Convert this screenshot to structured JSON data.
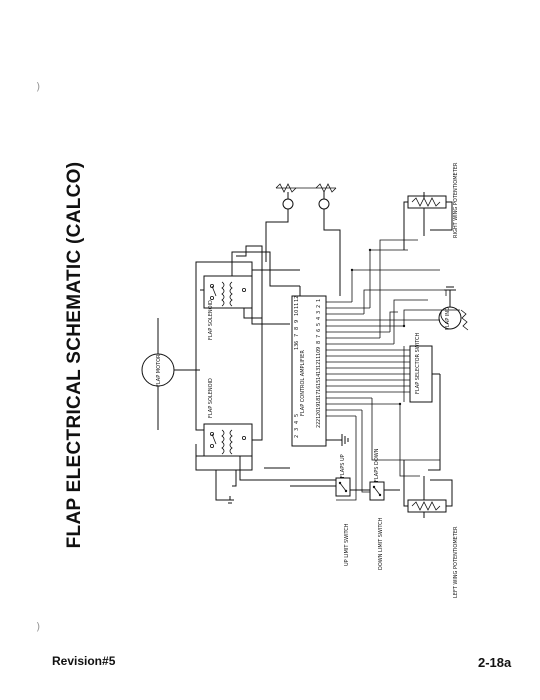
{
  "title": "FLAP ELECTRICAL SCHEMATIC (CALCO)",
  "footer": {
    "revision": "Revision#5",
    "page_number": "2-18a"
  },
  "components": {
    "flap_motor": "FLAP MOTOR",
    "flap_solenoid_top": "FLAP SOLENOID",
    "flap_solenoid_bottom": "FLAP SOLENOID",
    "flap_control_amplifier": "FLAP CONTROL AMPLIFIER",
    "flap_selector_switch": "FLAP SELECTOR SWITCH",
    "flap_ind": "FLAP IND",
    "flaps_up": "FLAPS UP",
    "flaps_down": "FLAPS DOWN",
    "up_limit_switch": "UP LIMIT SWITCH",
    "down_limit_switch": "DOWN LIMIT SWITCH",
    "right_wing_potentiometer": "RIGHT WING POTENTIOMETER",
    "left_wing_potentiometer": "LEFT WING POTENTIOMETER"
  },
  "amplifier_pins": {
    "left": [
      "2",
      "3",
      "4",
      "5",
      "6",
      "7",
      "8",
      "9",
      "10",
      "11",
      "12",
      "13"
    ],
    "right": [
      "1",
      "2",
      "3",
      "4",
      "5",
      "6",
      "7",
      "8",
      "9",
      "10",
      "11",
      "12",
      "13",
      "14",
      "15",
      "16",
      "17",
      "18",
      "19",
      "20",
      "21",
      "22"
    ]
  }
}
